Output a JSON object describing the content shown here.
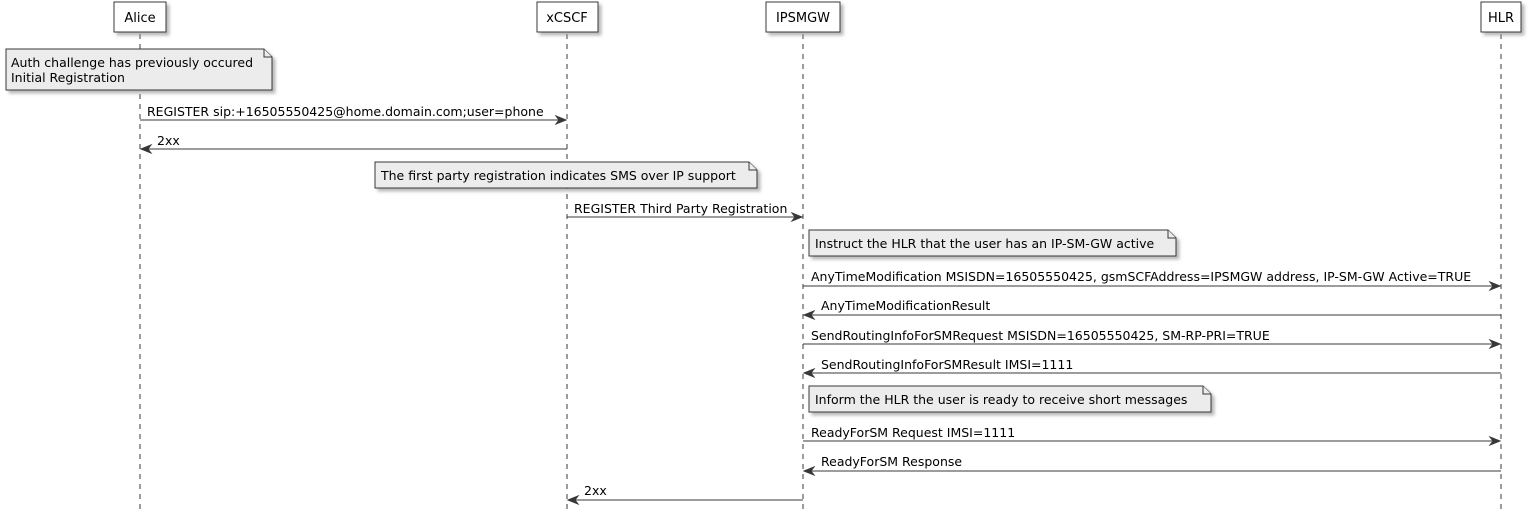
{
  "participants": [
    {
      "id": "alice",
      "label": "Alice"
    },
    {
      "id": "xcscf",
      "label": "xCSCF"
    },
    {
      "id": "ipsmgw",
      "label": "IPSMGW"
    },
    {
      "id": "hlr",
      "label": "HLR"
    }
  ],
  "notes": [
    {
      "lines": [
        "Auth challenge has previously occured",
        "Initial Registration"
      ]
    },
    {
      "lines": [
        "The first party registration indicates SMS over IP support"
      ]
    },
    {
      "lines": [
        "Instruct the HLR that the user has an IP-SM-GW active"
      ]
    },
    {
      "lines": [
        "Inform the HLR the user is ready to receive short messages"
      ]
    }
  ],
  "messages": [
    {
      "from": "alice",
      "to": "xcscf",
      "label": "REGISTER sip:+16505550425@home.domain.com;user=phone"
    },
    {
      "from": "xcscf",
      "to": "alice",
      "label": "2xx"
    },
    {
      "from": "xcscf",
      "to": "ipsmgw",
      "label": "REGISTER Third Party Registration"
    },
    {
      "from": "ipsmgw",
      "to": "hlr",
      "label": "AnyTimeModification MSISDN=16505550425, gsmSCFAddress=IPSMGW address, IP-SM-GW Active=TRUE"
    },
    {
      "from": "hlr",
      "to": "ipsmgw",
      "label": "AnyTimeModificationResult"
    },
    {
      "from": "ipsmgw",
      "to": "hlr",
      "label": "SendRoutingInfoForSMRequest MSISDN=16505550425, SM-RP-PRI=TRUE"
    },
    {
      "from": "hlr",
      "to": "ipsmgw",
      "label": "SendRoutingInfoForSMResult IMSI=1111"
    },
    {
      "from": "ipsmgw",
      "to": "hlr",
      "label": "ReadyForSM Request IMSI=1111"
    },
    {
      "from": "hlr",
      "to": "ipsmgw",
      "label": "ReadyForSM Response"
    },
    {
      "from": "ipsmgw",
      "to": "xcscf",
      "label": "2xx"
    }
  ],
  "colors": {
    "line": "#383838",
    "box_fill": "#ffffff",
    "note_fill": "#ececec",
    "shadow": "#b8b8b8"
  }
}
